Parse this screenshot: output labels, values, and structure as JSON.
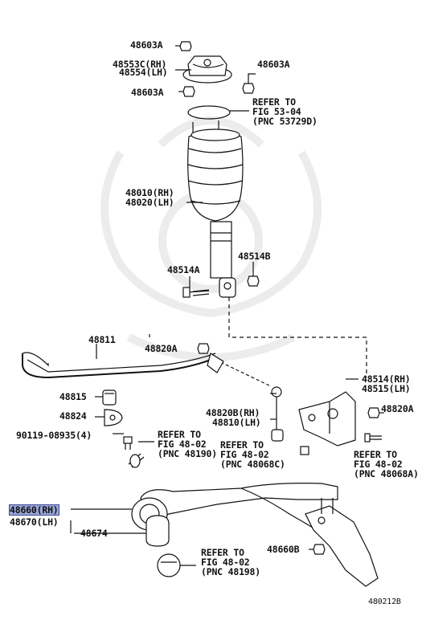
{
  "labels": {
    "p48603a_top": "48603A",
    "p48553c": "48553C(RH)",
    "p48554": "48554(LH)",
    "p48603a_right": "48603A",
    "p48603a_left": "48603A",
    "refer_53_04_l1": "REFER TO",
    "refer_53_04_l2": "FIG 53-04",
    "refer_53_04_l3": "(PNC 53729D)",
    "p48010": "48010(RH)",
    "p48020": "48020(LH)",
    "p48514b": "48514B",
    "p48514a": "48514A",
    "p48811": "48811",
    "p48820a_top": "48820A",
    "p48514": "48514(RH)",
    "p48515": "48515(LH)",
    "p48815": "48815",
    "p48820b": "48820B(RH)",
    "p48810": "48810(LH)",
    "p48820a_right": "48820A",
    "p48824": "48824",
    "p90119": "90119-08935(4)",
    "refer_48190_l1": "REFER TO",
    "refer_48190_l2": "FIG 48-02",
    "refer_48190_l3": "(PNC 48190)",
    "refer_48068c_l1": "REFER TO",
    "refer_48068c_l2": "FIG 48-02",
    "refer_48068c_l3": "(PNC 48068C)",
    "refer_48068a_l1": "REFER TO",
    "refer_48068a_l2": "FIG 48-02",
    "refer_48068a_l3": "(PNC 48068A)",
    "p48660": "48660(RH)",
    "p48670": "48670(LH)",
    "p48674": "48674",
    "p48660b": "48660B",
    "refer_48198_l1": "REFER TO",
    "refer_48198_l2": "FIG 48-02",
    "refer_48198_l3": "(PNC 48198)",
    "figure_id": "480212B"
  },
  "colors": {
    "line": "#111111",
    "highlight": "#9aa6d6",
    "watermark": "#eeeeee"
  }
}
